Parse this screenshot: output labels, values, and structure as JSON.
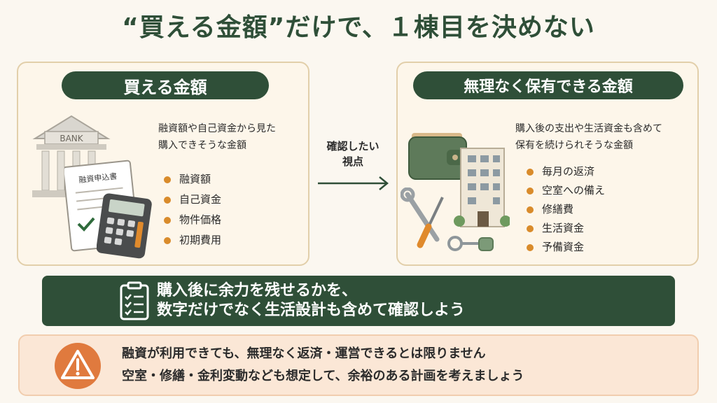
{
  "title": "“買える金額”だけで、１棟目を決めない",
  "left_panel": {
    "heading": "買える金額",
    "description": [
      "融資額や自己資金から見た",
      "購入できそうな金額"
    ],
    "items": [
      "融資額",
      "自己資金",
      "物件価格",
      "初期費用"
    ],
    "bank_label": "BANK",
    "form_label": "融資申込書"
  },
  "middle": {
    "label": [
      "確認したい",
      "視点"
    ]
  },
  "right_panel": {
    "heading": "無理なく保有できる金額",
    "description": [
      "購入後の支出や生活資金も含めて",
      "保有を続けられそうな金額"
    ],
    "items": [
      "毎月の返済",
      "空室への備え",
      "修繕費",
      "生活資金",
      "予備資金"
    ]
  },
  "banner": {
    "lines": [
      "購入後に余力を残せるかを、",
      "数字だけでなく生活設計も含めて確認しよう"
    ]
  },
  "warning": {
    "lines": [
      "融資が利用できても、無理なく返済・運営できるとは限りません",
      "空室・修繕・金利変動なども想定して、余裕のある計画を考えましょう"
    ]
  },
  "colors": {
    "primary_green": "#2f4f38",
    "accent_orange": "#d98b2b",
    "panel_bg": "#fdf6ea",
    "warning_bg": "#fbe7d6"
  }
}
